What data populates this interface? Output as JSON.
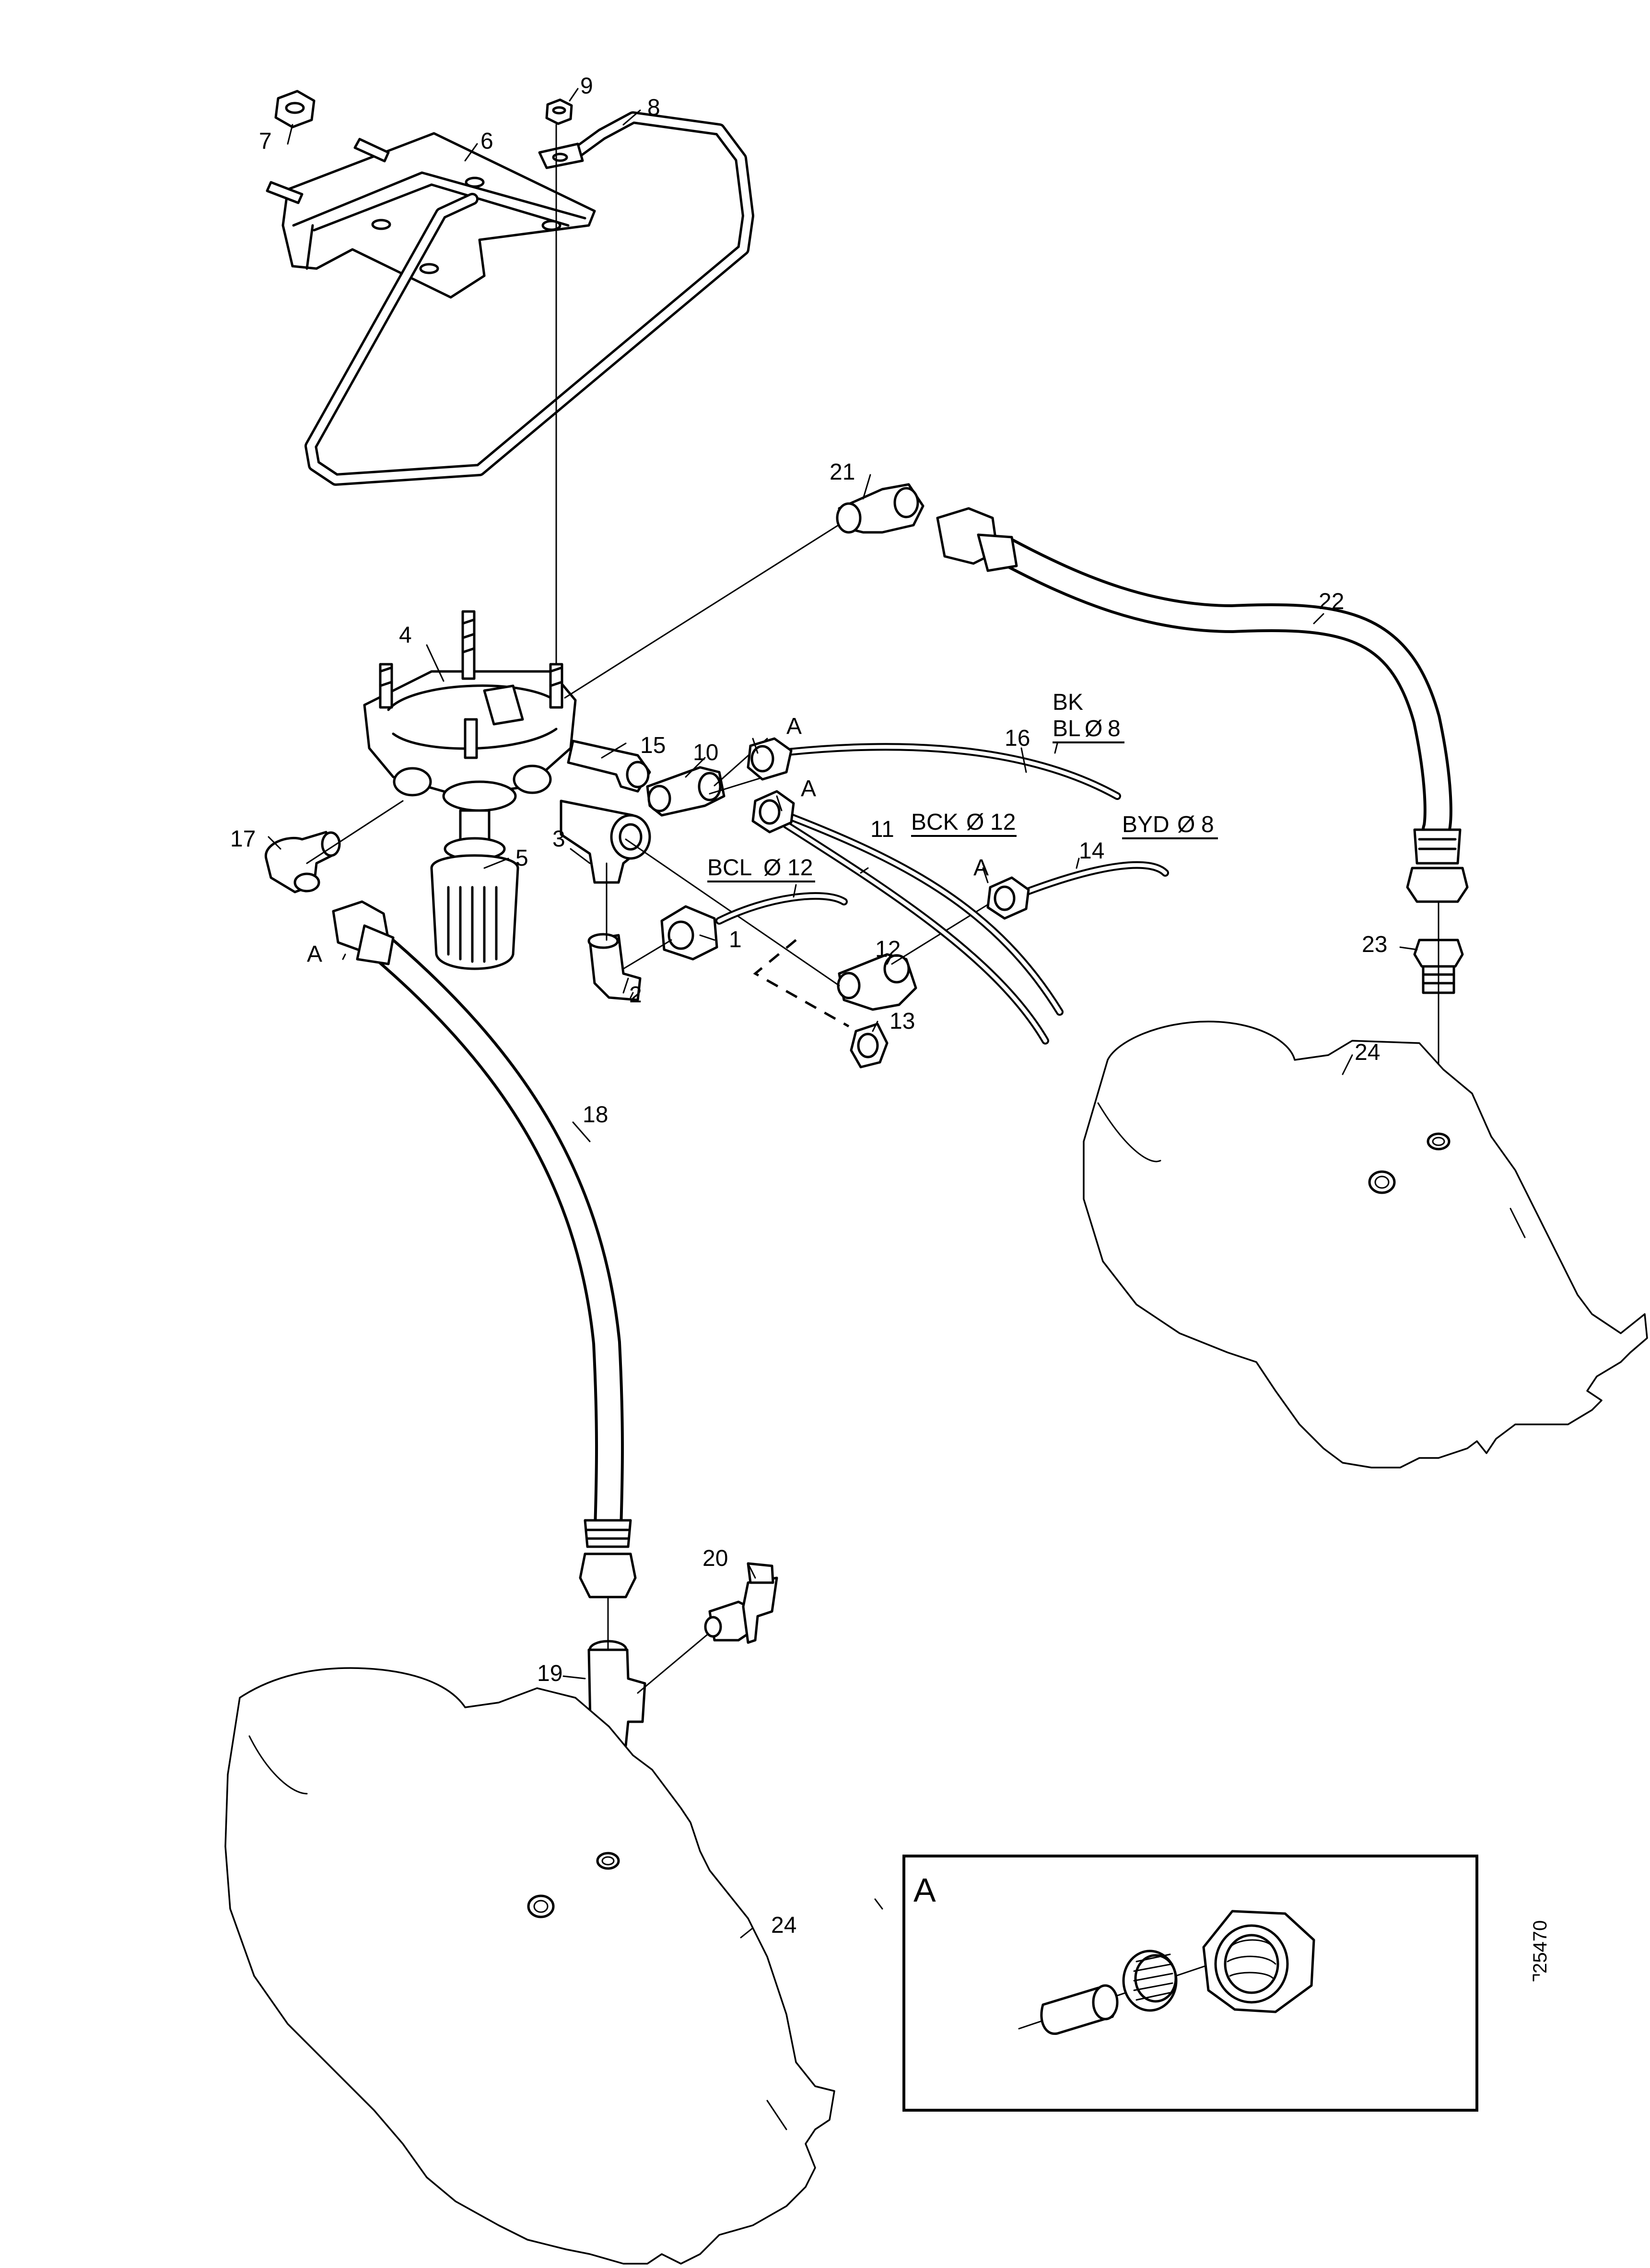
{
  "diagram": {
    "part_labels": [
      "1",
      "2",
      "3",
      "4",
      "5",
      "6",
      "7",
      "8",
      "9",
      "10",
      "11",
      "12",
      "13",
      "14",
      "15",
      "16",
      "17",
      "18",
      "19",
      "20",
      "21",
      "22",
      "23",
      "24",
      "24"
    ],
    "detail_marker": "A",
    "detail_markers": [
      "A",
      "A",
      "A",
      "A"
    ],
    "inset_title": "A",
    "hose_codes": {
      "bk": "BK",
      "bl": "BL",
      "bl_size": "8",
      "bck": "BCK",
      "bck_size": "12",
      "bcl": "BCL",
      "bcl_size": "12",
      "byd": "BYD",
      "byd_size": "8"
    },
    "diameter_symbol": "Ø",
    "drawing_number": "25470"
  }
}
